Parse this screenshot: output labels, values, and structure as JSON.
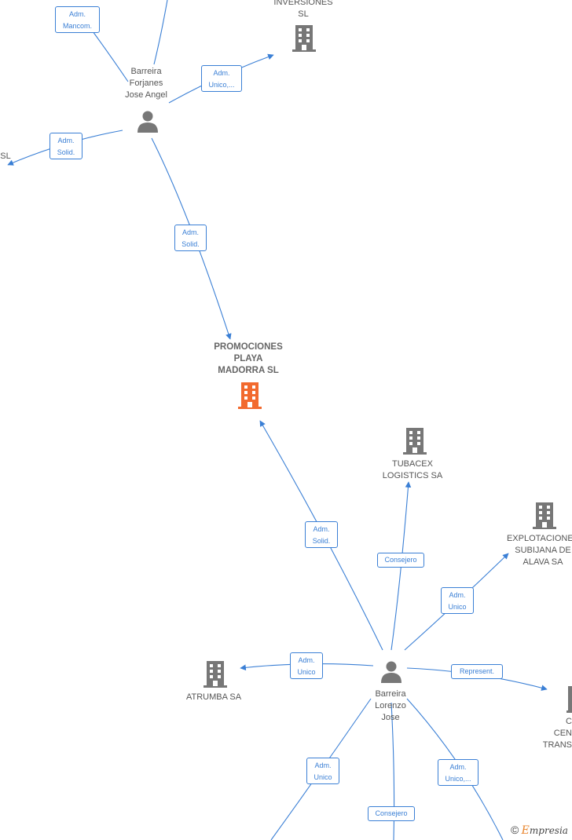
{
  "nodes": {
    "inversiones": {
      "label": "INVERSIONES\nSL"
    },
    "barreira_forjanes": {
      "label": "Barreira\nForjanes\nJose Angel"
    },
    "left_cut": {
      "label": "SL"
    },
    "promociones": {
      "label": "PROMOCIONES\nPLAYA\nMADORRA  SL"
    },
    "tubacex": {
      "label": "TUBACEX\nLOGISTICS SA"
    },
    "explotaciones": {
      "label": "EXPLOTACIONES\nSUBIJANA DE\nALAVA SA"
    },
    "atrumba": {
      "label": "ATRUMBA SA"
    },
    "barreira_lorenzo": {
      "label": "Barreira\nLorenzo\nJose"
    },
    "right_cut": {
      "label": "C\nCEN\nTRANS"
    }
  },
  "relations": {
    "mancom": "Adm.\nMancom.",
    "unico_inv": "Adm.\nUnico,...",
    "solid_left": "Adm.\nSolid.",
    "solid_promo_top": "Adm.\nSolid.",
    "solid_promo_bottom": "Adm.\nSolid.",
    "consejero_tubacex": "Consejero",
    "unico_explot": "Adm.\nUnico",
    "unico_atrumba": "Adm.\nUnico",
    "represent": "Represent.",
    "unico_bottom_left": "Adm.\nUnico",
    "consejero_bottom": "Consejero",
    "unico_bottom_right": "Adm.\nUnico,..."
  },
  "colors": {
    "edge": "#3a7fd5",
    "company": "#777777",
    "focus": "#f26a2e",
    "person": "#777777"
  },
  "brand": {
    "copyright": "©",
    "initial": "E",
    "rest": "mpresia"
  }
}
